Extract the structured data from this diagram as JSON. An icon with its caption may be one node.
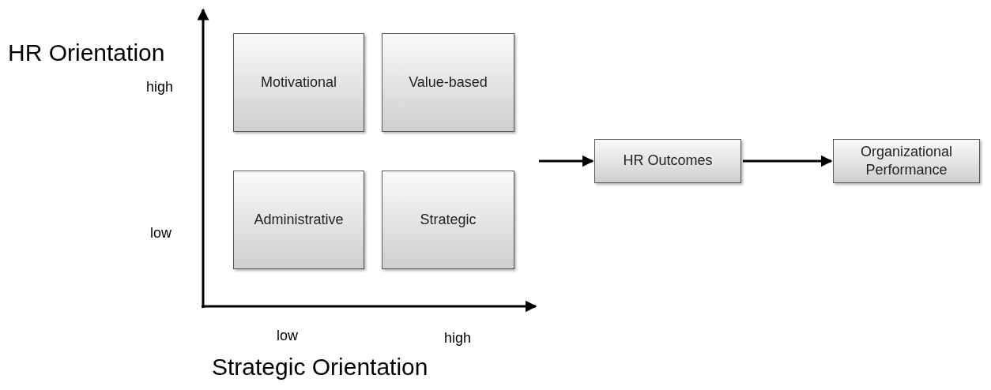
{
  "diagram": {
    "nodes": [
      {
        "text": [
          "Motivational"
        ]
      },
      {
        "text": [
          "Value-based"
        ]
      },
      {
        "text": [
          "Administrative"
        ]
      },
      {
        "text": [
          "Strategic"
        ]
      },
      {
        "text": [
          "HR Outcomes"
        ]
      },
      {
        "text": [
          "Organizational Performance"
        ]
      }
    ],
    "edges": [
      {
        "from": null,
        "to": 4,
        "arrow": "to"
      },
      {
        "from": 4,
        "to": 5,
        "arrow": "to"
      }
    ],
    "labels": [
      "HR Orientation",
      "high",
      "low",
      "low",
      "high",
      "Strategic Orientation"
    ]
  }
}
